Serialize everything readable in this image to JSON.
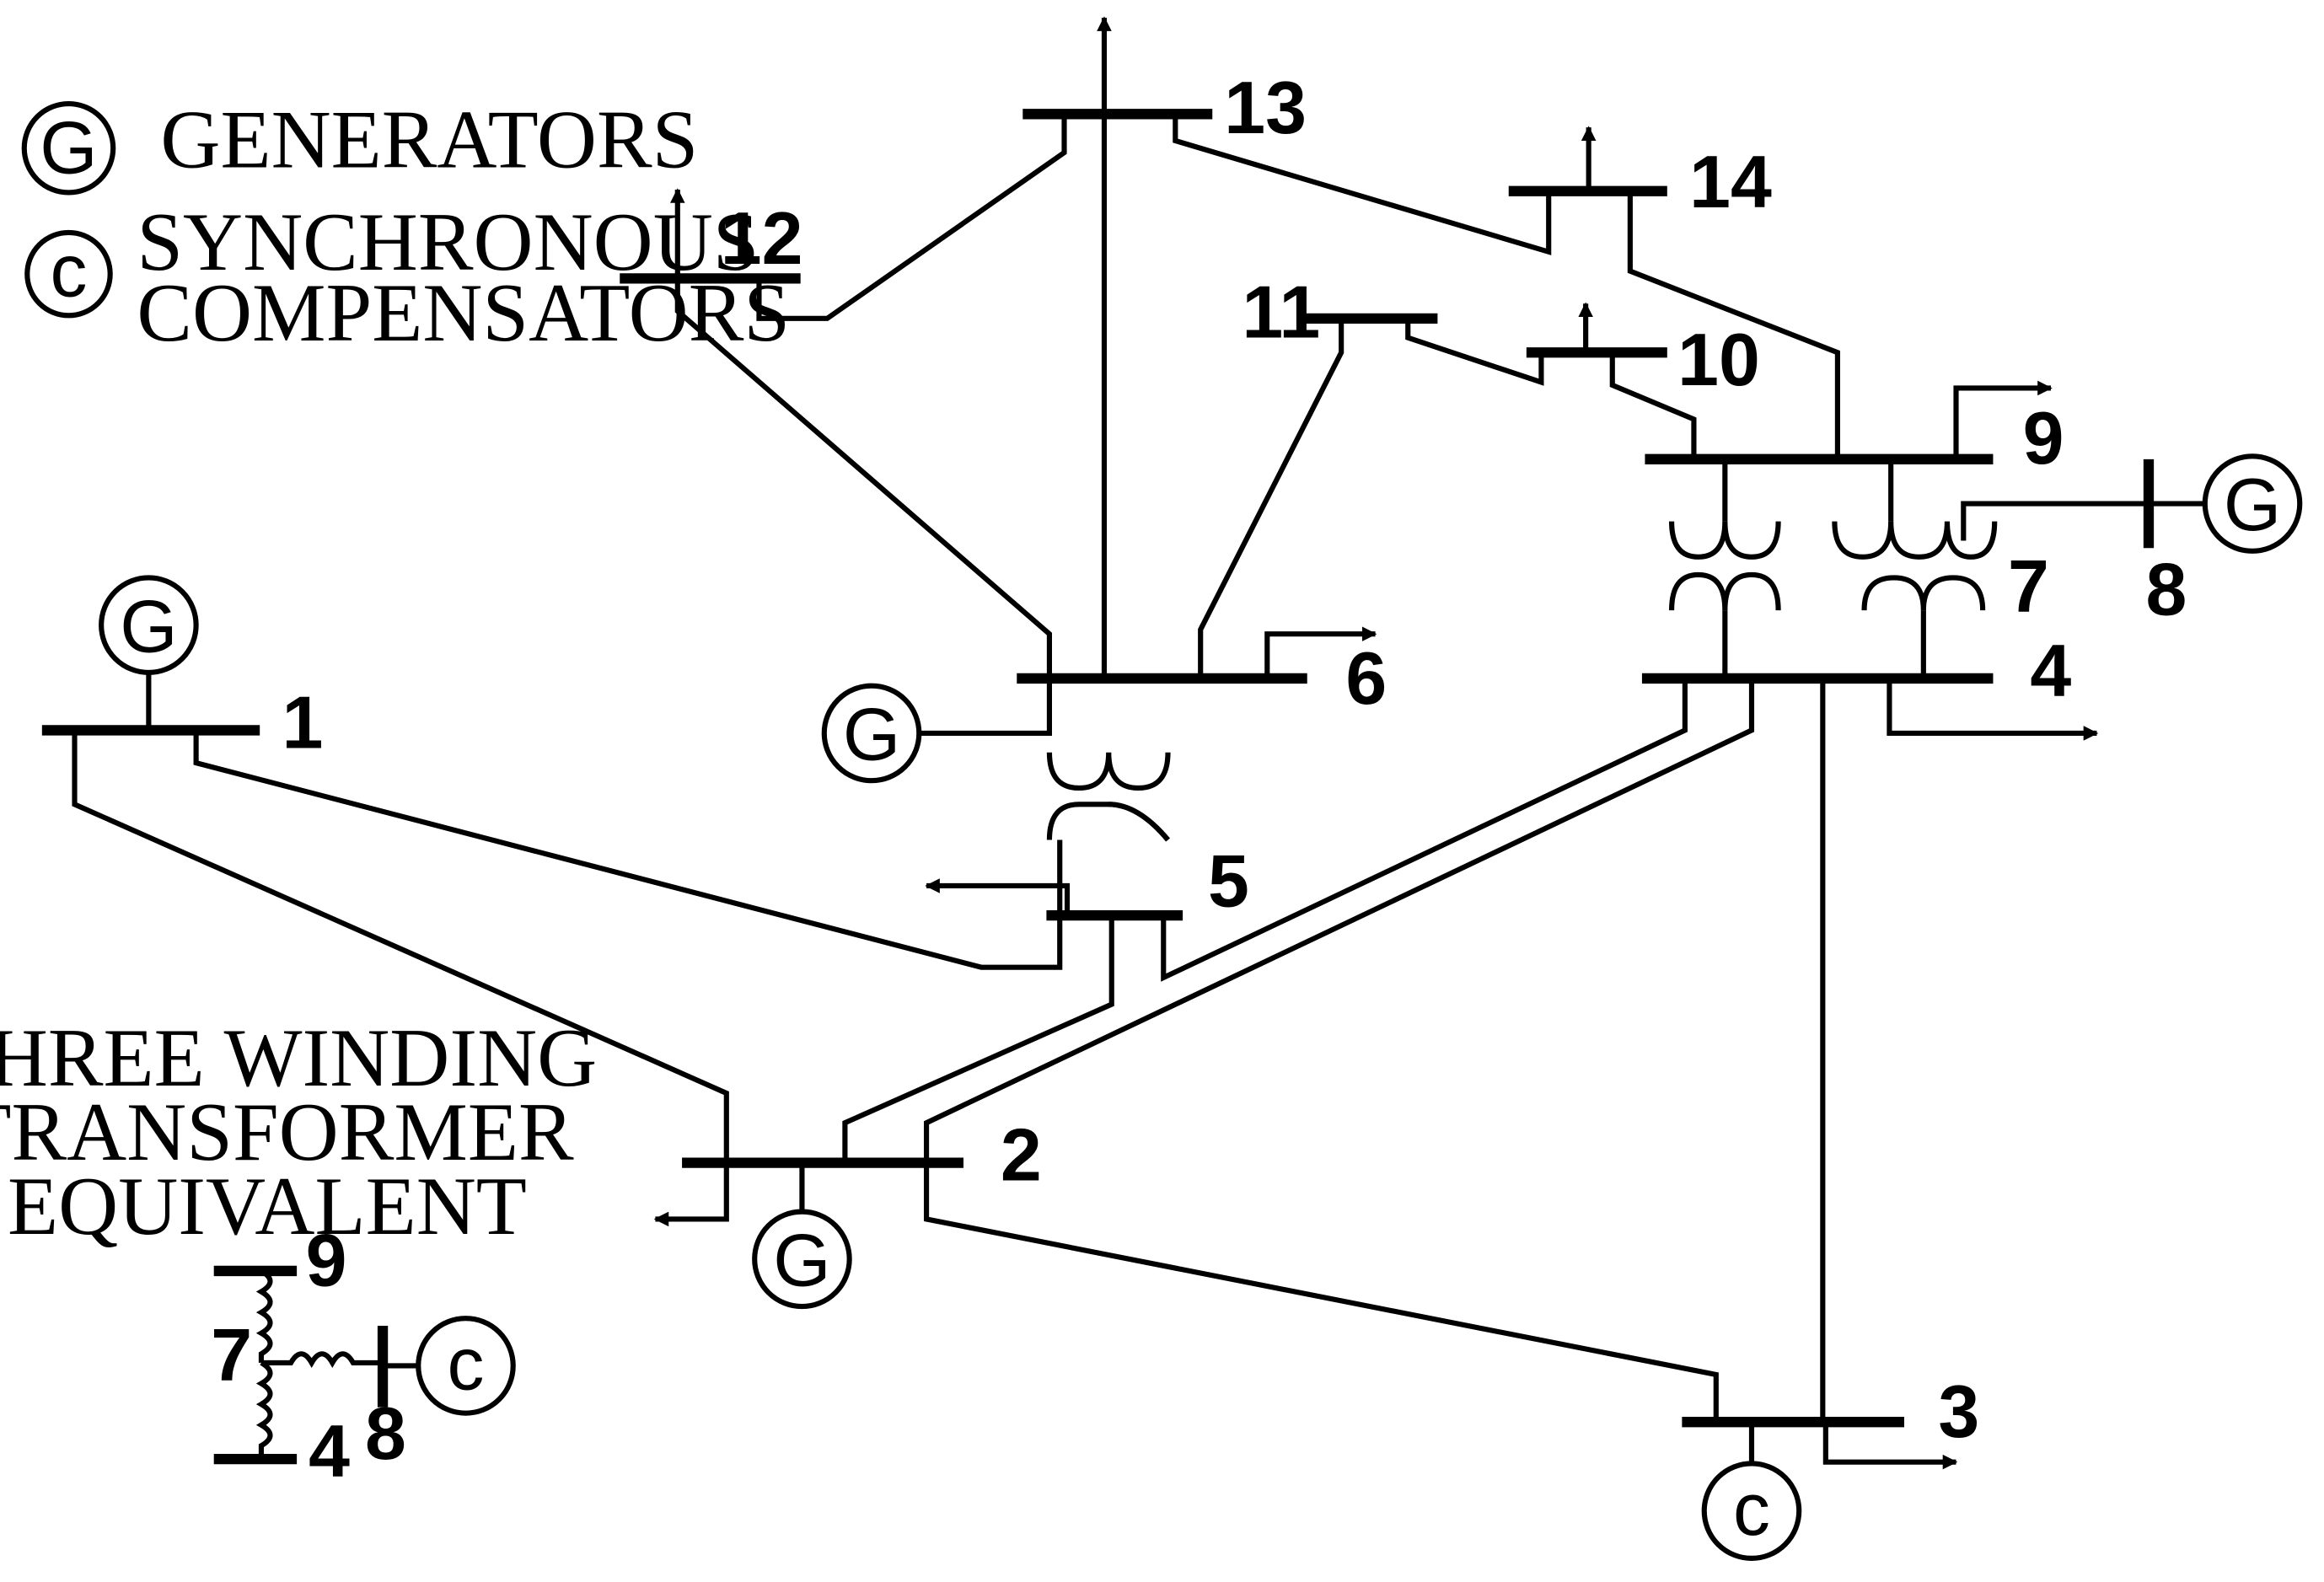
{
  "legend": {
    "generator_symbol": "G",
    "generator_label": "GENERATORS",
    "compensator_symbol": "c",
    "compensator_label_line1": "SYNCHRONOUS",
    "compensator_label_line2": "COMPENSATORS"
  },
  "buses": {
    "b1": "1",
    "b2": "2",
    "b3": "3",
    "b4": "4",
    "b5": "5",
    "b6": "6",
    "b7": "7",
    "b8": "8",
    "b9": "9",
    "b10": "10",
    "b11": "11",
    "b12": "12",
    "b13": "13",
    "b14": "14"
  },
  "symbols": {
    "generator": "G",
    "compensator": "c"
  },
  "inset": {
    "title_line1": "THREE WINDING",
    "title_line2": "TRANSFORMER",
    "title_line3": "EQUIVALENT",
    "bus9": "9",
    "bus7": "7",
    "bus4": "4",
    "bus8": "8",
    "compensator_symbol": "c"
  }
}
